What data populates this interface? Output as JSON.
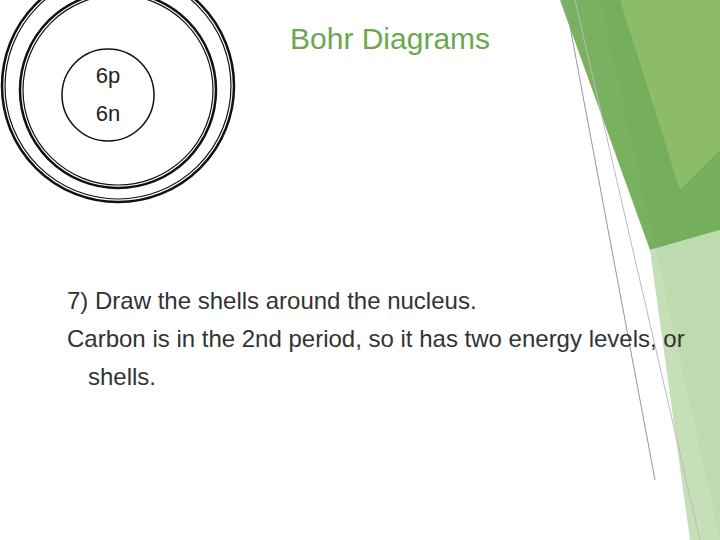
{
  "diagram": {
    "title": "Bohr Diagrams",
    "nodes": [
      {
        "text": [
          "6p 6n"
        ]
      }
    ],
    "labels": [
      "7) Draw the shells around the nucleus.",
      "Carbon is in the 2nd period, so it has two energy levels, or shells."
    ]
  }
}
